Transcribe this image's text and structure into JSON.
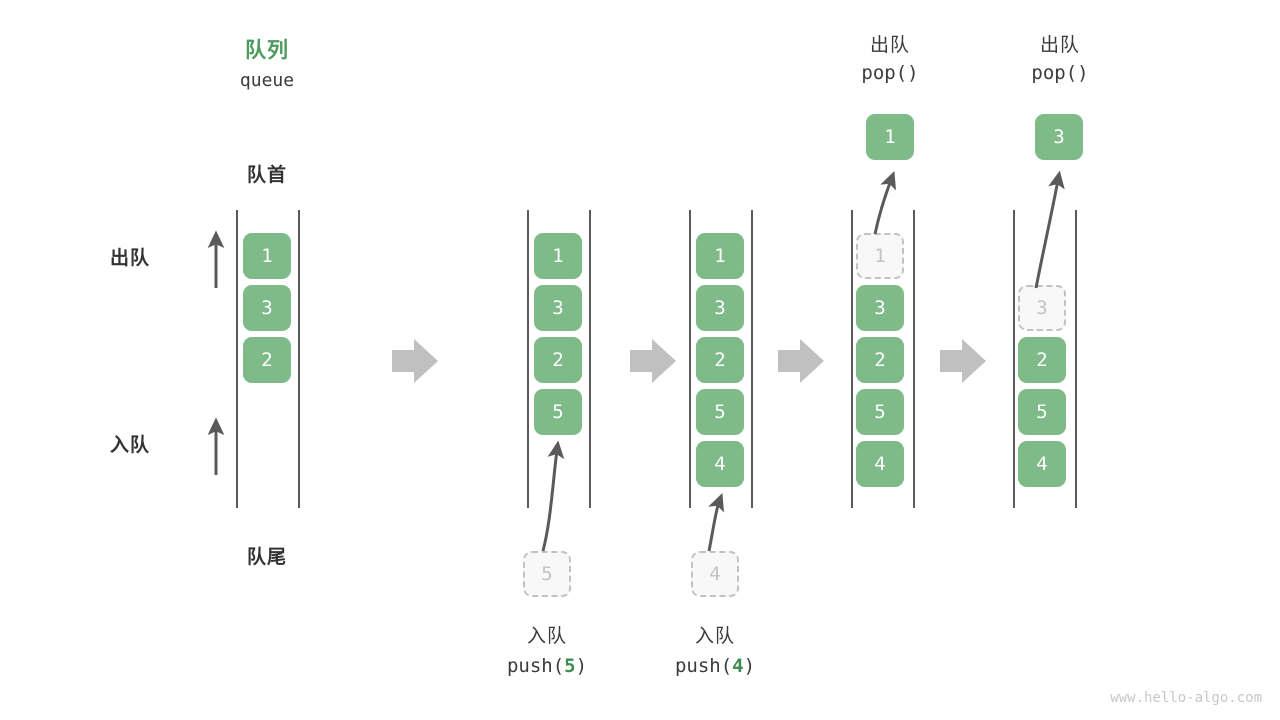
{
  "diagram": {
    "title_cn": "队列",
    "title_en": "queue",
    "front_label": "队首",
    "rear_label": "队尾",
    "dequeue_side_label": "出队",
    "enqueue_side_label": "入队",
    "accent_green": "#4c9a5c",
    "cell_green": "#7fba89",
    "ghost_gray": "#c2c2c2",
    "arrow_gray": "#c0c0c0",
    "watermark": "www.hello-algo.com"
  },
  "steps": [
    {
      "id": "initial",
      "cells": [
        "1",
        "3",
        "2"
      ],
      "ghost_index": null,
      "ghost_value": null,
      "caption_cn": "",
      "caption_code_pre": "",
      "caption_code_arg": "",
      "caption_code_post": "",
      "header_cn": "",
      "header_code": "",
      "popped_value": null,
      "incoming_value": null
    },
    {
      "id": "push-5",
      "cells": [
        "1",
        "3",
        "2",
        "5"
      ],
      "ghost_index": null,
      "ghost_value": null,
      "caption_cn": "入队",
      "caption_code_pre": "push(",
      "caption_code_arg": "5",
      "caption_code_post": ")",
      "header_cn": "",
      "header_code": "",
      "popped_value": null,
      "incoming_value": "5"
    },
    {
      "id": "push-4",
      "cells": [
        "1",
        "3",
        "2",
        "5",
        "4"
      ],
      "ghost_index": null,
      "ghost_value": null,
      "caption_cn": "入队",
      "caption_code_pre": "push(",
      "caption_code_arg": "4",
      "caption_code_post": ")",
      "header_cn": "",
      "header_code": "",
      "popped_value": null,
      "incoming_value": "4"
    },
    {
      "id": "pop-1",
      "cells": [
        "",
        "3",
        "2",
        "5",
        "4"
      ],
      "ghost_index": 0,
      "ghost_value": "1",
      "caption_cn": "",
      "caption_code_pre": "",
      "caption_code_arg": "",
      "caption_code_post": "",
      "header_cn": "出队",
      "header_code": "pop()",
      "popped_value": "1",
      "incoming_value": null
    },
    {
      "id": "pop-3",
      "cells": [
        "",
        "",
        "2",
        "5",
        "4"
      ],
      "ghost_index": 1,
      "ghost_value": "3",
      "caption_cn": "",
      "caption_code_pre": "",
      "caption_code_arg": "",
      "caption_code_post": "",
      "header_cn": "出队",
      "header_code": "pop()",
      "popped_value": "3",
      "incoming_value": null
    }
  ],
  "transitions": [
    {
      "id": "t1",
      "glyph": "arrow-right"
    },
    {
      "id": "t2",
      "glyph": "arrow-right"
    },
    {
      "id": "t3",
      "glyph": "arrow-right"
    },
    {
      "id": "t4",
      "glyph": "arrow-right"
    }
  ]
}
